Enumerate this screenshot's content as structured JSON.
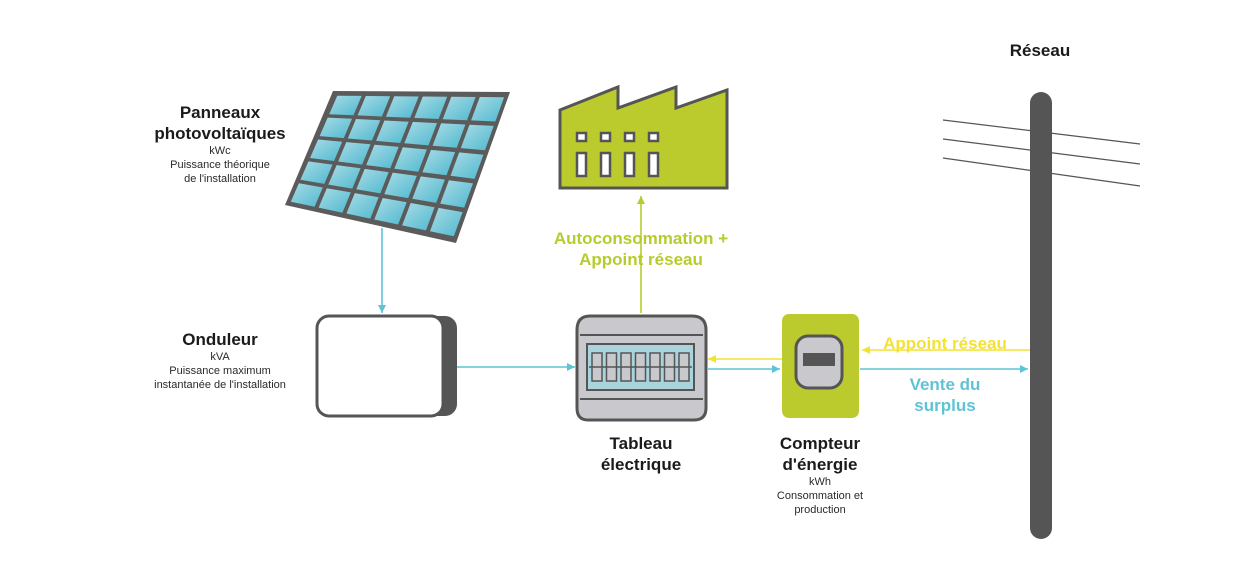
{
  "colors": {
    "solar": "#5fc3d6",
    "consumption": "#b7cc2c",
    "grid_supply": "#f3e233",
    "dark": "#555555",
    "meter_box": "#bbcb2d",
    "factory": "#bbcb2d"
  },
  "components": {
    "panels": {
      "title": "Panneaux photovoltaïques",
      "unit": "kWc",
      "desc": "Puissance théorique de l'installation"
    },
    "inverter": {
      "title": "Onduleur",
      "unit": "kVA",
      "desc": "Puissance maximum instantanée de l'installation"
    },
    "board": {
      "title": "Tableau électrique"
    },
    "meter": {
      "title": "Compteur d'énergie",
      "unit": "kWh",
      "desc": "Consommation et production"
    },
    "grid": {
      "title": "Réseau"
    }
  },
  "flows": {
    "self_consumption": "Autoconsommation + Appoint réseau",
    "grid_supply": "Appoint réseau",
    "surplus_sale": "Vente du surplus"
  }
}
